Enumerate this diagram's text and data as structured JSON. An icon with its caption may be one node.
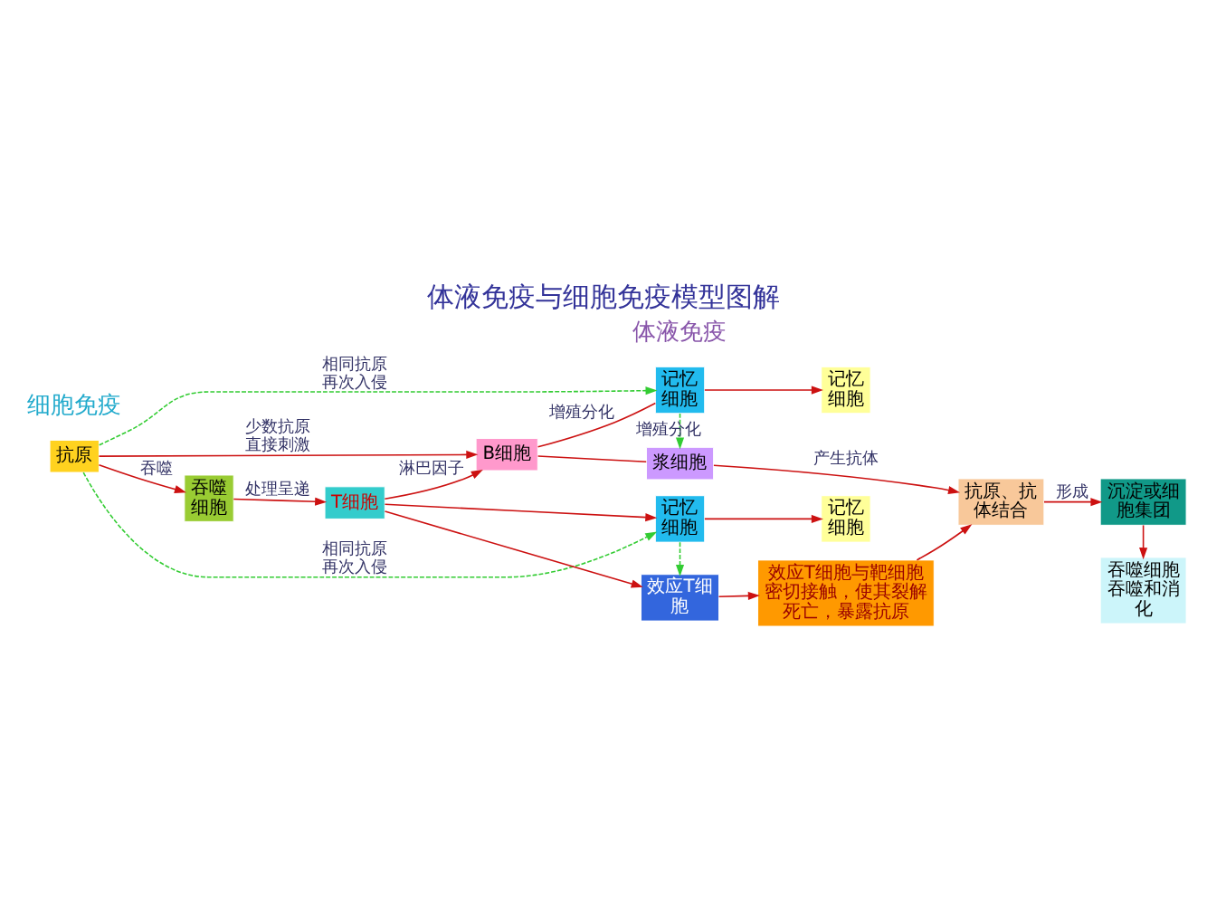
{
  "diagram": {
    "title": "体液免疫与细胞免疫模型图解",
    "nodes": [
      {
        "text": [
          "抗原"
        ]
      },
      {
        "text": [
          "吞噬细胞"
        ]
      },
      {
        "text": [
          "T细胞"
        ]
      },
      {
        "text": [
          "B细胞"
        ]
      },
      {
        "text": [
          "记忆细胞"
        ]
      },
      {
        "text": [
          "记忆细胞"
        ]
      },
      {
        "text": [
          "浆细胞"
        ]
      },
      {
        "text": [
          "抗原、抗体结合"
        ]
      },
      {
        "text": [
          "沉淀或细胞集团"
        ]
      },
      {
        "text": [
          "吞噬细胞吞噬和消化"
        ]
      },
      {
        "text": [
          "效应T细胞"
        ]
      },
      {
        "text": [
          "记忆细胞"
        ]
      },
      {
        "text": [
          "记忆细胞"
        ]
      },
      {
        "text": [
          "效应T细胞与靶细胞密切接触，使其裂解死亡，暴露抗原"
        ]
      }
    ],
    "edges": [
      {
        "from": 0,
        "to": 4,
        "arrow": "to",
        "label": "相同抗原再次入侵",
        "style": "dashed",
        "color": "#33cc33"
      },
      {
        "from": 0,
        "to": 3,
        "arrow": "to",
        "label": "少数抗原直接刺激"
      },
      {
        "from": 0,
        "to": 1,
        "arrow": "to",
        "label": "吞噬"
      },
      {
        "from": 1,
        "to": 2,
        "arrow": "to",
        "label": "处理呈递"
      },
      {
        "from": 2,
        "to": 3,
        "arrow": "to",
        "label": "淋巴因子"
      },
      {
        "from": 3,
        "to": 4,
        "arrow": "none",
        "label": "增殖分化"
      },
      {
        "from": 3,
        "to": 6,
        "arrow": "none"
      },
      {
        "from": 4,
        "to": 11,
        "arrow": "to"
      },
      {
        "from": 4,
        "to": 6,
        "arrow": "to",
        "label": "增殖分化",
        "style": "dashed",
        "color": "#33cc33"
      },
      {
        "from": 6,
        "to": 7,
        "arrow": "to",
        "label": "产生抗体"
      },
      {
        "from": 7,
        "to": 8,
        "arrow": "to",
        "label": "形成"
      },
      {
        "from": 8,
        "to": 9,
        "arrow": "to"
      },
      {
        "from": 2,
        "to": 10,
        "arrow": "to"
      },
      {
        "from": 2,
        "to": 5,
        "arrow": "to"
      },
      {
        "from": 0,
        "to": 5,
        "arrow": "to",
        "label": "相同抗原再次入侵",
        "style": "dashed",
        "color": "#33cc33"
      },
      {
        "from": 5,
        "to": 10,
        "arrow": "to",
        "style": "dashed",
        "color": "#33cc33"
      },
      {
        "from": 10,
        "to": 13,
        "arrow": "to"
      },
      {
        "from": 5,
        "to": 12,
        "arrow": "to"
      },
      {
        "from": 13,
        "to": 7,
        "arrow": "to"
      }
    ],
    "labels": [
      "体液免疫",
      "细胞免疫"
    ]
  }
}
